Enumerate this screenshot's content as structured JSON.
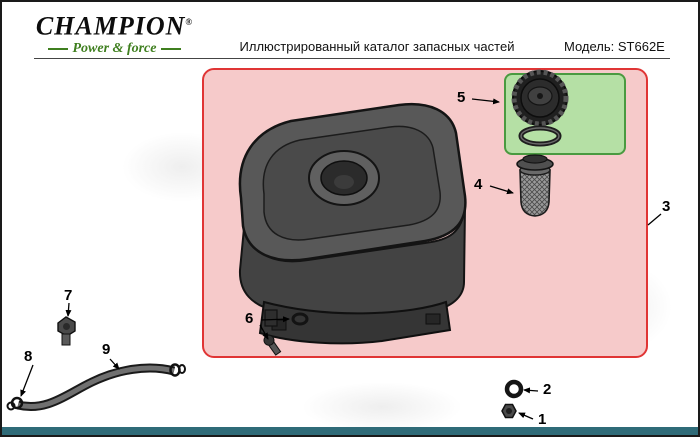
{
  "header": {
    "brand": "CHAMPION",
    "brand_reg": "®",
    "tagline": "Power & force",
    "catalog_title": "Иллюстрированный каталог запасных частей",
    "model": "Модель: ST662E"
  },
  "callouts": [
    {
      "label": "1"
    },
    {
      "label": "2"
    },
    {
      "label": "3"
    },
    {
      "label": "4"
    },
    {
      "label": "5"
    },
    {
      "label": "6"
    },
    {
      "label": "7"
    },
    {
      "label": "8"
    },
    {
      "label": "9"
    }
  ],
  "colors": {
    "highlight_box_red_border": "#e03535",
    "highlight_box_red_fill": "#f6caca",
    "highlight_box_green_border": "#4a9a40",
    "highlight_box_green_fill": "#b5e0a5",
    "brand_green": "#3f7f1f",
    "footer_teal": "#2f6b78"
  }
}
